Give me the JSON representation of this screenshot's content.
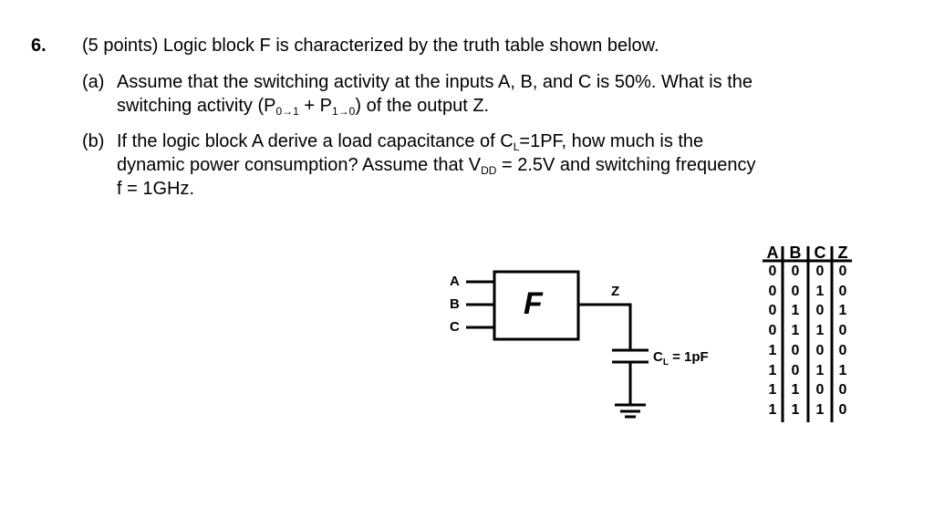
{
  "question": {
    "number": "6.",
    "intro": "(5 points) Logic block F is characterized by the truth table shown below.",
    "part_a": {
      "label": "(a)",
      "line1": "Assume that the switching activity at the inputs A, B, and C is 50%. What is the",
      "line2_pre": "switching activity (P",
      "sub1": "0→1",
      "line2_mid": " + P",
      "sub2": "1→0",
      "line2_post": ") of the output Z."
    },
    "part_b": {
      "label": "(b)",
      "line1_pre": "If the logic block A derive a load capacitance of C",
      "line1_sub": "L",
      "line1_post": "=1PF, how much is the",
      "line2_pre": "dynamic power consumption? Assume that V",
      "line2_sub": "DD",
      "line2_post": " = 2.5V and switching frequency",
      "line3": "f = 1GHz."
    }
  },
  "diagram": {
    "block_label": "F",
    "inputs": [
      "A",
      "B",
      "C"
    ],
    "output": "Z",
    "cap_label_pre": "C",
    "cap_label_sub": "L",
    "cap_label_post": " = 1pF"
  },
  "truth_table": {
    "headers": [
      "A",
      "B",
      "C",
      "Z"
    ],
    "rows": [
      [
        "0",
        "0",
        "0",
        "0"
      ],
      [
        "0",
        "0",
        "1",
        "0"
      ],
      [
        "0",
        "1",
        "0",
        "1"
      ],
      [
        "0",
        "1",
        "1",
        "0"
      ],
      [
        "1",
        "0",
        "0",
        "0"
      ],
      [
        "1",
        "0",
        "1",
        "1"
      ],
      [
        "1",
        "1",
        "0",
        "0"
      ],
      [
        "1",
        "1",
        "1",
        "0"
      ]
    ]
  }
}
